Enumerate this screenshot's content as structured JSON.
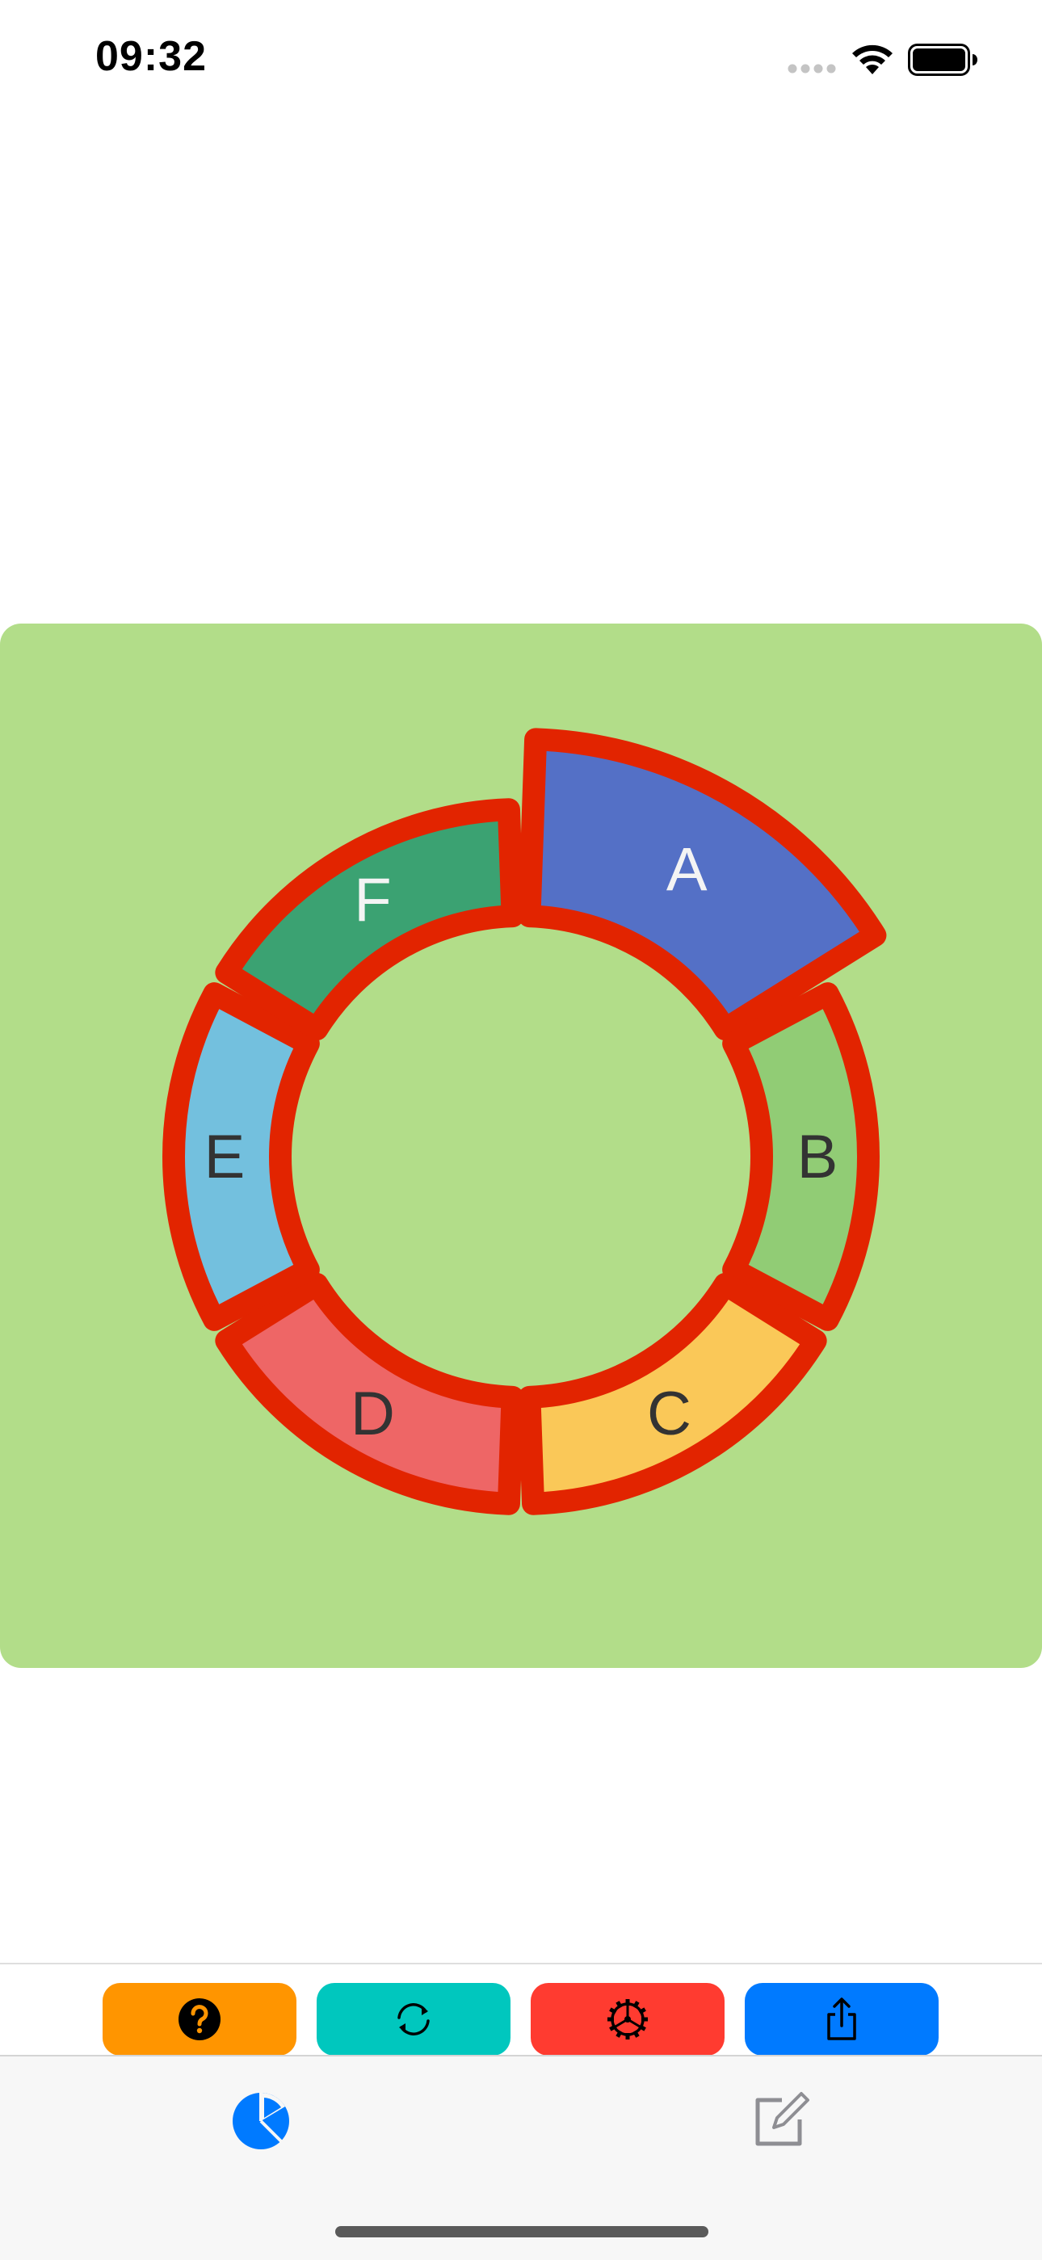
{
  "status": {
    "time": "09:32"
  },
  "colors": {
    "panel_background": "#b2dd89",
    "slice_outline": "#e22400",
    "help_button": "#ff9500",
    "refresh_button": "#00c7be",
    "settings_button": "#ff3b30",
    "share_button": "#007aff",
    "tab_active": "#007aff",
    "tab_inactive": "#8e8e93"
  },
  "chart_data": {
    "type": "pie",
    "variant": "donut",
    "values": [
      1,
      1,
      1,
      1,
      1,
      1
    ],
    "slices": [
      {
        "label": "A",
        "color": "#5470c6",
        "label_color": "#f4f4f4",
        "exploded": true
      },
      {
        "label": "B",
        "color": "#91cc75",
        "label_color": "#333333",
        "exploded": false
      },
      {
        "label": "C",
        "color": "#fac858",
        "label_color": "#333333",
        "exploded": false
      },
      {
        "label": "D",
        "color": "#ee6666",
        "label_color": "#333333",
        "exploded": false
      },
      {
        "label": "E",
        "color": "#73c0de",
        "label_color": "#333333",
        "exploded": false
      },
      {
        "label": "F",
        "color": "#3ba272",
        "label_color": "#f4f4f4",
        "exploded": false
      }
    ]
  },
  "toolbar": {
    "buttons": [
      {
        "name": "help",
        "icon": "question-circle-icon"
      },
      {
        "name": "refresh",
        "icon": "refresh-arrows-icon"
      },
      {
        "name": "settings",
        "icon": "gear-icon"
      },
      {
        "name": "share",
        "icon": "share-icon"
      }
    ]
  },
  "tabs": [
    {
      "name": "chart",
      "icon": "pie-chart-icon",
      "active": true
    },
    {
      "name": "editor",
      "icon": "edit-icon",
      "active": false
    }
  ]
}
